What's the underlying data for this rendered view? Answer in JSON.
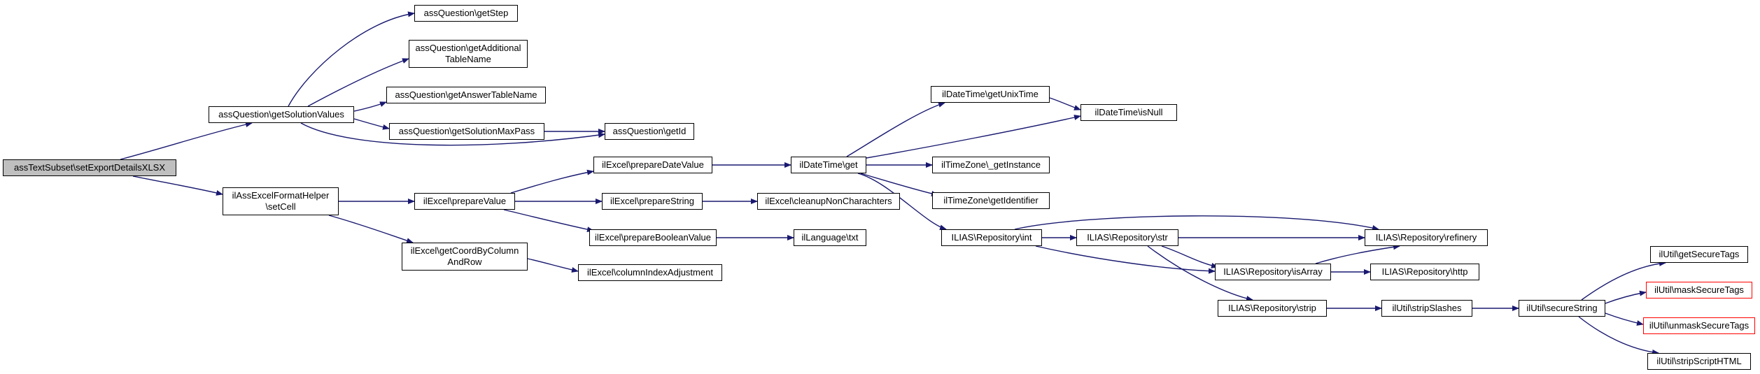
{
  "colors": {
    "edge": "#191970",
    "node_border": "#000000",
    "root_fill": "#bfbfbf",
    "truncated_border": "#ff0000"
  },
  "nodes": {
    "root": "assTextSubset\\setExportDetailsXLSX",
    "getSolutionValues": "assQuestion\\getSolutionValues",
    "getStep": "assQuestion\\getStep",
    "getAdditionalTableName": "assQuestion\\getAdditional\nTableName",
    "getAnswerTableName": "assQuestion\\getAnswerTableName",
    "getSolutionMaxPass": "assQuestion\\getSolutionMaxPass",
    "getId": "assQuestion\\getId",
    "setCell": "ilAssExcelFormatHelper\n\\setCell",
    "prepareValue": "ilExcel\\prepareValue",
    "getCoordByColumnAndRow": "ilExcel\\getCoordByColumn\nAndRow",
    "prepareDateValue": "ilExcel\\prepareDateValue",
    "prepareString": "ilExcel\\prepareString",
    "prepareBooleanValue": "ilExcel\\prepareBooleanValue",
    "columnIndexAdjustment": "ilExcel\\columnIndexAdjustment",
    "cleanupNonCharachters": "ilExcel\\cleanupNonCharachters",
    "txt": "ilLanguage\\txt",
    "dtGet": "ilDateTime\\get",
    "getUnixTime": "ilDateTime\\getUnixTime",
    "isNull": "ilDateTime\\isNull",
    "getInstance": "ilTimeZone\\_getInstance",
    "getIdentifier": "ilTimeZone\\getIdentifier",
    "repoInt": "ILIAS\\Repository\\int",
    "repoStr": "ILIAS\\Repository\\str",
    "refinery": "ILIAS\\Repository\\refinery",
    "isArray": "ILIAS\\Repository\\isArray",
    "http": "ILIAS\\Repository\\http",
    "strip": "ILIAS\\Repository\\strip",
    "stripSlashes": "ilUtil\\stripSlashes",
    "secureString": "ilUtil\\secureString",
    "getSecureTags": "ilUtil\\getSecureTags",
    "maskSecureTags": "ilUtil\\maskSecureTags",
    "unmaskSecureTags": "ilUtil\\unmaskSecureTags",
    "stripScriptHTML": "ilUtil\\stripScriptHTML"
  }
}
